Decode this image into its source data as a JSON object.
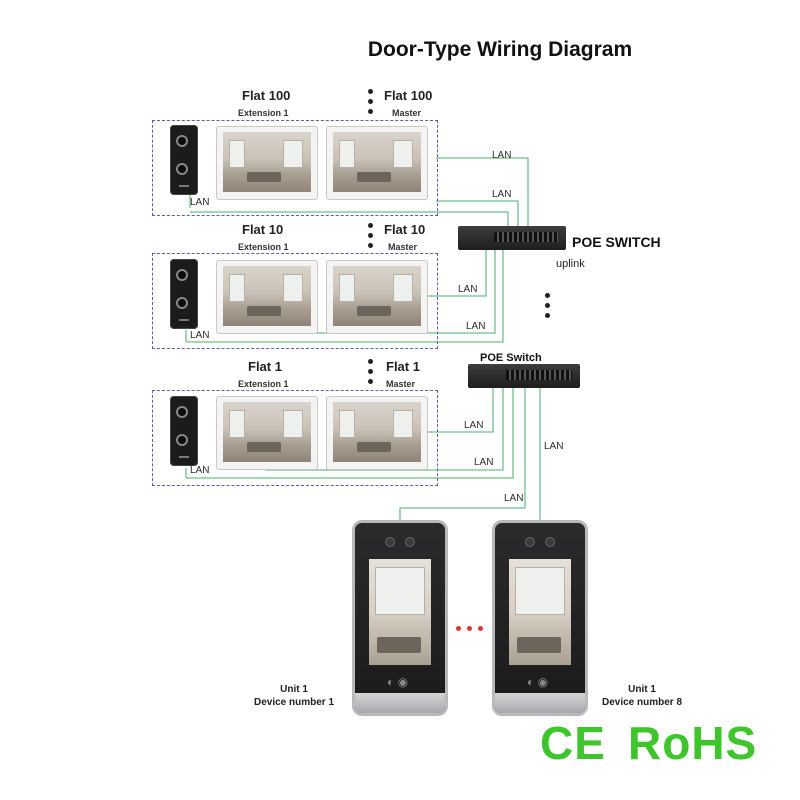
{
  "title": "Door-Type Wiring Diagram",
  "groups": [
    {
      "left_flat": "Flat 100",
      "left_role": "Extension 1",
      "right_flat": "Flat 100",
      "right_role": "Master",
      "lan_label": "LAN"
    },
    {
      "left_flat": "Flat 10",
      "left_role": "Extension 1",
      "right_flat": "Flat 10",
      "right_role": "Master",
      "lan_label": "LAN"
    },
    {
      "left_flat": "Flat 1",
      "left_role": "Extension 1",
      "right_flat": "Flat 1",
      "right_role": "Master",
      "lan_label": "LAN"
    }
  ],
  "lan": "LAN",
  "main_switch": {
    "label": "POE SWITCH",
    "uplink": "uplink"
  },
  "sub_switch": {
    "label": "POE Switch"
  },
  "devices": [
    {
      "unit": "Unit 1",
      "device": "Device number 1"
    },
    {
      "unit": "Unit 1",
      "device": "Device number 8"
    }
  ],
  "certifications": {
    "ce": "CE",
    "rohs": "RoHS"
  },
  "colors": {
    "wire": "#6fbf8c",
    "cert": "#3ec52b",
    "dashed_box": "#5a5fa8"
  }
}
